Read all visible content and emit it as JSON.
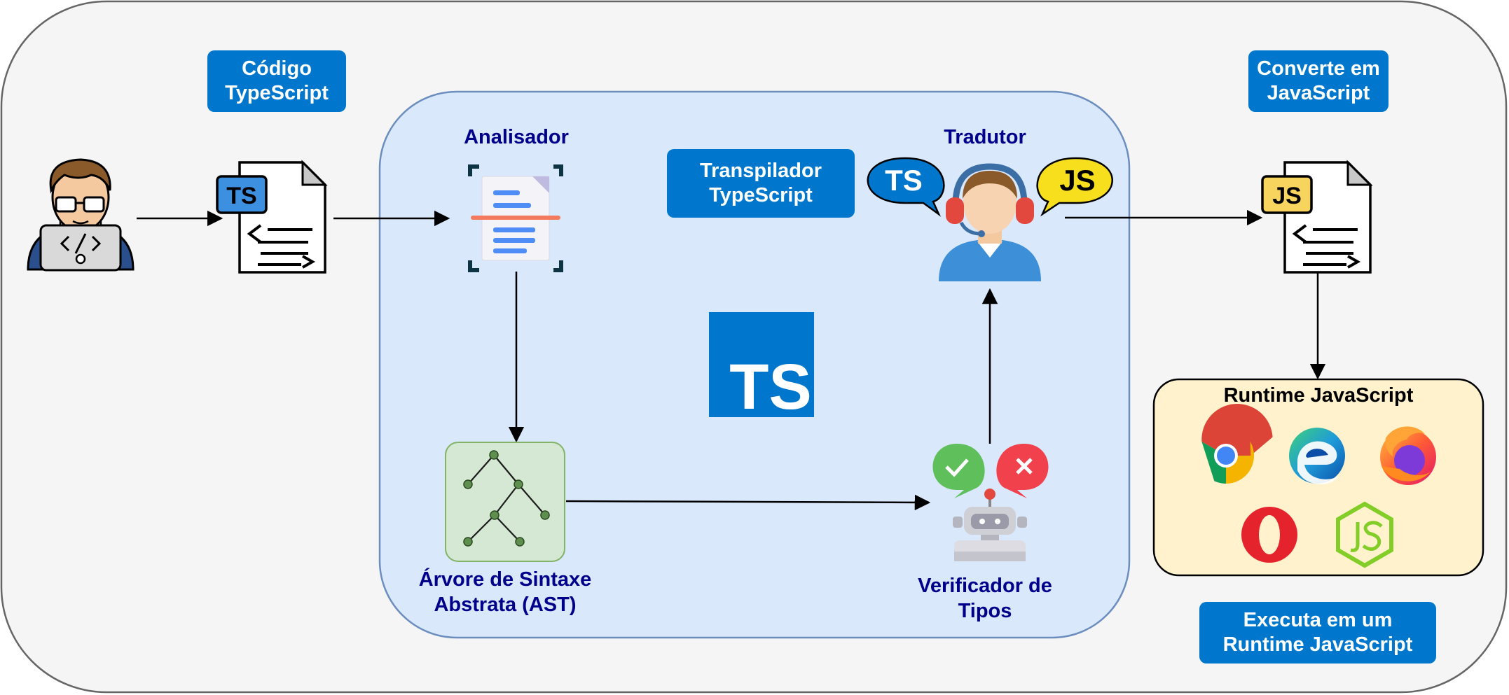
{
  "labels": {
    "codigo_ts": [
      "Código",
      "TypeScript"
    ],
    "converte_js": [
      "Converte em",
      "JavaScript"
    ],
    "transpilador": [
      "Transpilador",
      "TypeScript"
    ],
    "executa": [
      "Executa em um",
      "Runtime  JavaScript"
    ],
    "analisador": "Analisador",
    "tradutor": "Tradutor",
    "ast": [
      "Árvore de Sintaxe",
      "Abstrata (AST)"
    ],
    "verificador": [
      "Verificador de",
      "Tipos"
    ],
    "runtime": "Runtime JavaScript"
  },
  "badges": {
    "ts_file": "TS",
    "js_file": "JS",
    "ts_bubble": "TS",
    "js_bubble": "JS",
    "ts_logo": "TS"
  },
  "icons": [
    "developer-icon",
    "typescript-file-icon",
    "scanner-document-icon",
    "ast-tree-icon",
    "translator-icon",
    "robot-checker-icon",
    "javascript-file-icon",
    "chrome-icon",
    "edge-icon",
    "firefox-icon",
    "opera-icon",
    "nodejs-icon"
  ],
  "colors": {
    "outer_bg": "#f5f5f5",
    "transpiler_bg": "#dae8fc",
    "transpiler_border": "#6c8ebf",
    "badge_blue": "#0077cc",
    "label_navy": "#00008b",
    "runtime_bg": "#fff2cc",
    "ast_bg": "#d5e8d4",
    "ts_blue": "#3178c6",
    "js_yellow": "#f7df1e"
  }
}
